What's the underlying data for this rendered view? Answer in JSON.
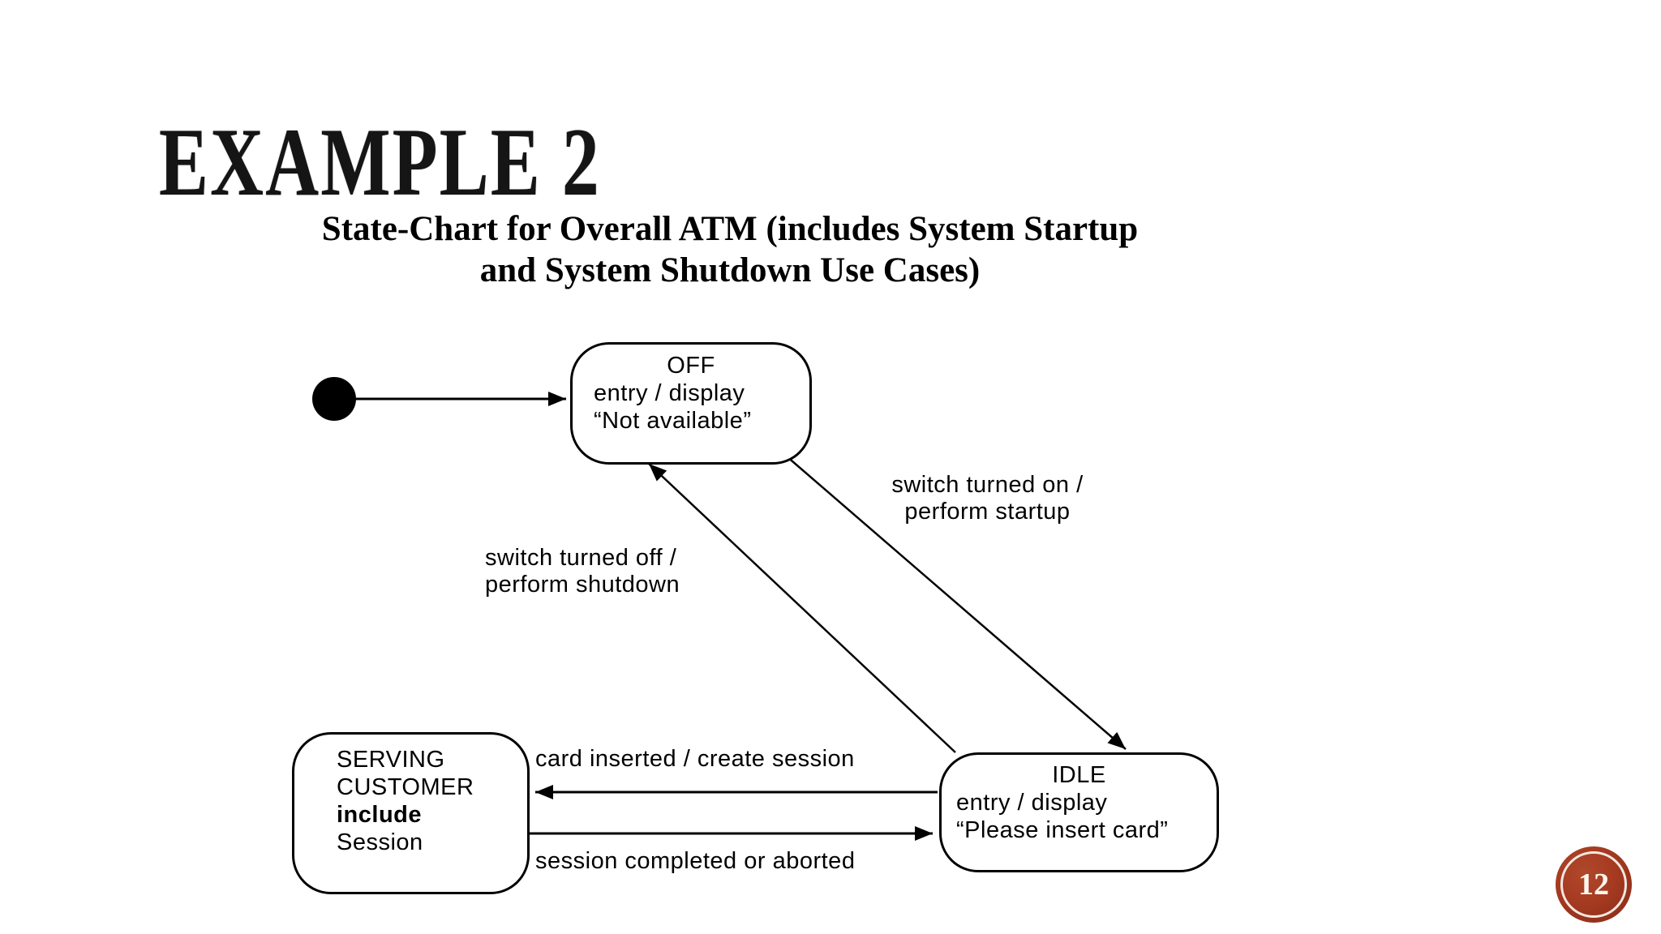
{
  "slide": {
    "title": "EXAMPLE 2",
    "subtitle_line1": "State-Chart for Overall ATM (includes System Startup",
    "subtitle_line2": "and System Shutdown Use Cases)",
    "page_number": "12",
    "badge_color": "#a53a21",
    "background_color": "#ffffff",
    "diagram_ink_color": "#000000"
  },
  "diagram": {
    "type": "uml-state-chart",
    "initial_state": {
      "shape": "filled-circle"
    },
    "states": [
      {
        "id": "off",
        "lines": [
          "OFF",
          "entry / display",
          "“Not available”"
        ]
      },
      {
        "id": "idle",
        "lines": [
          "IDLE",
          "entry / display",
          "“Please insert card”"
        ]
      },
      {
        "id": "serving-customer",
        "lines": [
          "SERVING",
          "CUSTOMER",
          "include",
          "Session"
        ]
      }
    ],
    "transitions": [
      {
        "from": "initial",
        "to": "off",
        "label": ""
      },
      {
        "from": "off",
        "to": "idle",
        "label_line1": "switch turned on /",
        "label_line2": "perform startup"
      },
      {
        "from": "idle",
        "to": "off",
        "label_line1": "switch turned off /",
        "label_line2": "perform shutdown"
      },
      {
        "from": "idle",
        "to": "serving-customer",
        "label": "card inserted / create session"
      },
      {
        "from": "serving-customer",
        "to": "idle",
        "label": "session completed or aborted"
      }
    ]
  }
}
